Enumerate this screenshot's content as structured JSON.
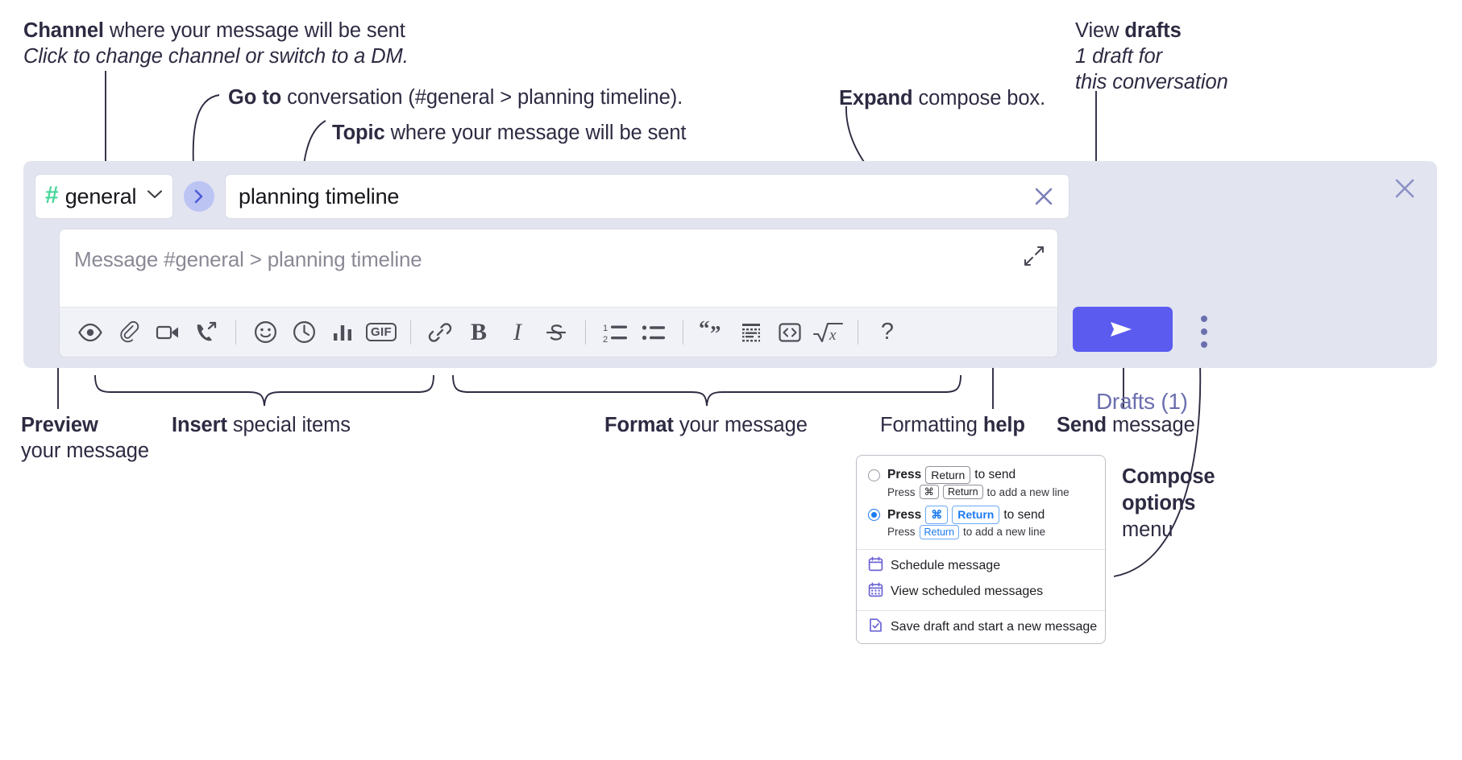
{
  "annotations": {
    "channel": {
      "line1_bold": "Channel",
      "line1_rest": " where your message will be sent",
      "line2_italic": "Click to change channel or switch to a DM."
    },
    "goto": {
      "bold": "Go to",
      "rest": " conversation (#general > planning timeline)."
    },
    "topic": {
      "bold": "Topic",
      "rest": " where your message will be sent"
    },
    "expand": {
      "bold": "Expand",
      "rest": " compose box."
    },
    "drafts": {
      "line1_plain": "View ",
      "line1_bold": "drafts",
      "line2_italic": "1 draft for",
      "line3_italic": "this conversation"
    },
    "preview": {
      "line1_bold": "Preview",
      "line2": "your message"
    },
    "insert": {
      "bold": "Insert",
      "rest": " special items"
    },
    "format": {
      "bold": "Format",
      "rest": " your message"
    },
    "help": {
      "plain": "Formatting ",
      "bold": "help"
    },
    "send": {
      "bold": "Send",
      "rest": " message"
    },
    "compose_options": {
      "line1_bold": "Compose",
      "line2_bold": "options",
      "line3": "menu"
    }
  },
  "compose": {
    "channel_name": "general",
    "hash_symbol": "#",
    "chevron_icon": "chevron-down-icon",
    "go_icon": "chevron-right-icon",
    "topic_value": "planning timeline",
    "topic_clear_icon": "close-icon",
    "message_placeholder": "Message #general > planning timeline",
    "expand_icon": "expand-diagonal-icon",
    "panel_close_icon": "close-icon",
    "drafts_label": "Drafts (1)",
    "send_icon": "paper-plane-icon",
    "options_icon": "kebab-menu-icon"
  },
  "toolbar": {
    "groups": [
      {
        "items": [
          {
            "name": "preview-icon",
            "label": "Preview"
          }
        ]
      },
      {
        "items": [
          {
            "name": "paperclip-icon",
            "label": "Attach file"
          },
          {
            "name": "video-camera-icon",
            "label": "Record video clip"
          },
          {
            "name": "phone-forward-icon",
            "label": "Record audio clip"
          }
        ]
      },
      {
        "items": [
          {
            "name": "emoji-icon",
            "label": "Emoji"
          },
          {
            "name": "clock-icon",
            "label": "Schedule"
          },
          {
            "name": "poll-bars-icon",
            "label": "Poll"
          },
          {
            "name": "gif-icon",
            "label": "GIF"
          }
        ]
      },
      {
        "items": [
          {
            "name": "link-icon",
            "label": "Link"
          },
          {
            "name": "bold-icon",
            "label": "Bold"
          },
          {
            "name": "italic-icon",
            "label": "Italic"
          },
          {
            "name": "strikethrough-icon",
            "label": "Strikethrough"
          }
        ]
      },
      {
        "items": [
          {
            "name": "ordered-list-icon",
            "label": "Ordered list"
          },
          {
            "name": "bulleted-list-icon",
            "label": "Bulleted list"
          }
        ]
      },
      {
        "items": [
          {
            "name": "blockquote-icon",
            "label": "Blockquote"
          },
          {
            "name": "code-block-icon",
            "label": "Code block"
          },
          {
            "name": "code-brackets-icon",
            "label": "Code"
          },
          {
            "name": "math-icon",
            "label": "Math"
          }
        ]
      },
      {
        "items": [
          {
            "name": "help-icon",
            "label": "?"
          }
        ]
      }
    ],
    "gif_label": "GIF",
    "help_label": "?"
  },
  "menu": {
    "option1": {
      "selected": false,
      "pre": "Press",
      "key": "Return",
      "post": "to send",
      "sub_pre": "Press",
      "sub_key1": "⌘",
      "sub_key2": "Return",
      "sub_post": "to add a new line"
    },
    "option2": {
      "selected": true,
      "pre": "Press",
      "key1": "⌘",
      "key2": "Return",
      "post": "to send",
      "sub_pre": "Press",
      "sub_key": "Return",
      "sub_post": "to add a new line"
    },
    "items": [
      {
        "icon": "calendar-icon",
        "label": "Schedule message"
      },
      {
        "icon": "calendar-grid-icon",
        "label": "View scheduled messages"
      },
      {
        "icon": "save-draft-icon",
        "label": "Save draft and start a new message"
      }
    ]
  },
  "colors": {
    "panel_bg": "#e2e4f0",
    "accent_blue": "#5b5bf0",
    "hash_green": "#4ad69b",
    "drafts_purple": "#6b6fae",
    "radio_blue": "#1b7af0",
    "menu_icon_purple": "#6b63d6",
    "text_dark": "#2d2b42"
  }
}
